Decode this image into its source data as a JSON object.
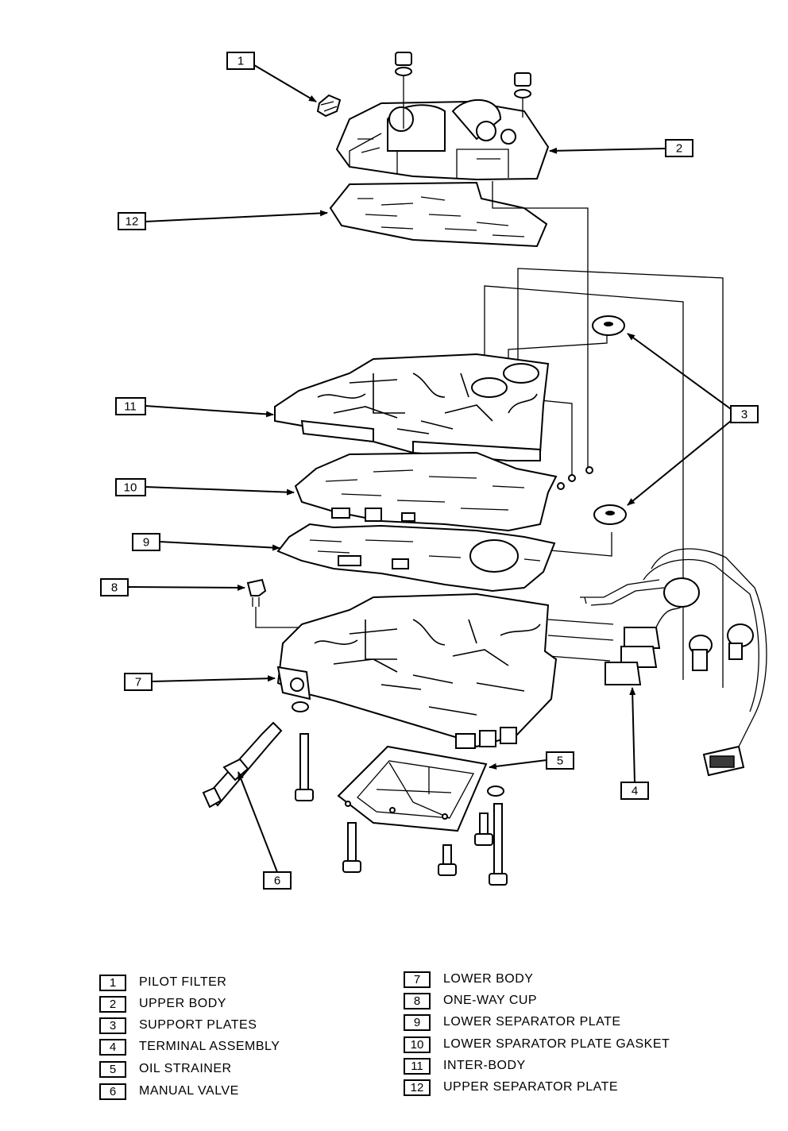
{
  "callouts": [
    "1",
    "2",
    "3",
    "4",
    "5",
    "6",
    "7",
    "8",
    "9",
    "10",
    "11",
    "12"
  ],
  "legend": [
    {
      "num": "1",
      "label": "PILOT FILTER"
    },
    {
      "num": "2",
      "label": "UPPER BODY"
    },
    {
      "num": "3",
      "label": "SUPPORT PLATES"
    },
    {
      "num": "4",
      "label": "TERMINAL ASSEMBLY"
    },
    {
      "num": "5",
      "label": "OIL STRAINER"
    },
    {
      "num": "6",
      "label": "MANUAL VALVE"
    },
    {
      "num": "7",
      "label": "LOWER BODY"
    },
    {
      "num": "8",
      "label": "ONE-WAY CUP"
    },
    {
      "num": "9",
      "label": "LOWER SEPARATOR PLATE"
    },
    {
      "num": "10",
      "label": "LOWER SPARATOR PLATE GASKET"
    },
    {
      "num": "11",
      "label": "INTER-BODY"
    },
    {
      "num": "12",
      "label": "UPPER SEPARATOR PLATE"
    }
  ]
}
